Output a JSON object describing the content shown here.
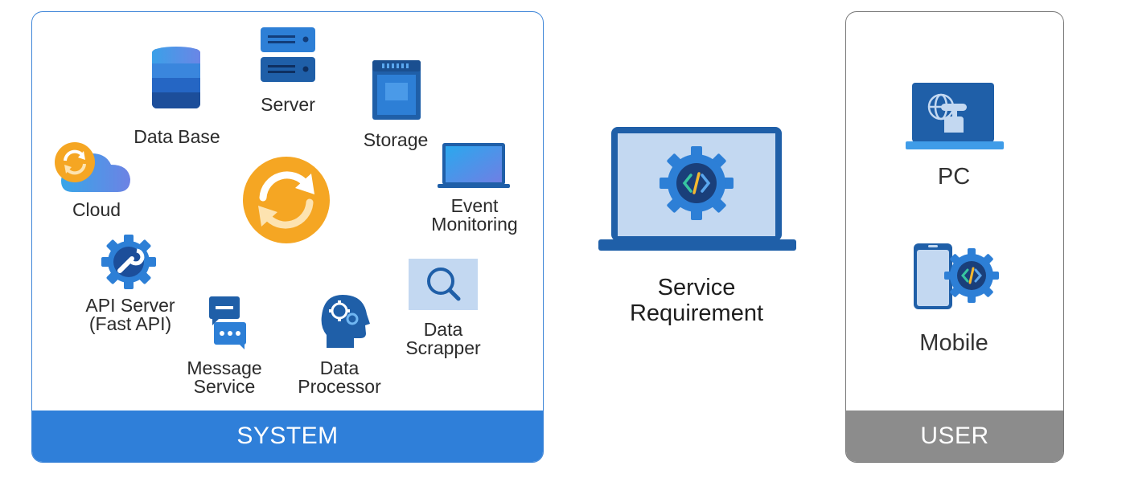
{
  "system": {
    "footer": "SYSTEM",
    "nodes": {
      "database": "Data Base",
      "server": "Server",
      "storage": "Storage",
      "cloud": "Cloud",
      "event_monitoring": [
        "Event",
        "Monitoring"
      ],
      "api_server": [
        "API Server",
        "(Fast API)"
      ],
      "message_service": [
        "Message",
        "Service"
      ],
      "data_processor": [
        "Data",
        "Processor"
      ],
      "data_scrapper": [
        "Data",
        "Scrapper"
      ]
    }
  },
  "service": {
    "label": [
      "Service",
      "Requirement"
    ]
  },
  "user": {
    "footer": "USER",
    "pc": "PC",
    "mobile": "Mobile"
  },
  "colors": {
    "system_blue": "#2f7fd9",
    "user_gray": "#8c8c8c",
    "sync_orange": "#f5a623",
    "dark_blue": "#1f5fa8"
  },
  "icons": [
    "database-icon",
    "server-icon",
    "storage-icon",
    "cloud-sync-icon",
    "sync-icon",
    "laptop-icon",
    "api-gear-icon",
    "message-icon",
    "brain-gear-icon",
    "magnifier-icon",
    "code-gear-laptop-icon",
    "globe-touch-laptop-icon",
    "mobile-code-icon"
  ]
}
